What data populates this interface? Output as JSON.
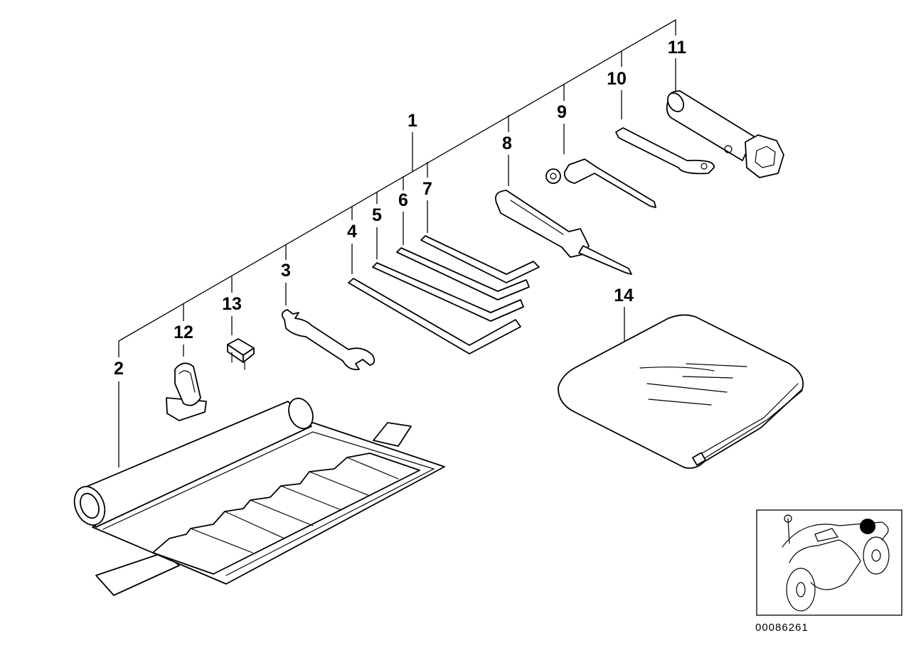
{
  "diagram": {
    "callouts": {
      "c1": "1",
      "c2": "2",
      "c3": "3",
      "c4": "4",
      "c5": "5",
      "c6": "6",
      "c7": "7",
      "c8": "8",
      "c9": "9",
      "c10": "10",
      "c11": "11",
      "c12": "12",
      "c13": "13",
      "c14": "14"
    },
    "drawing_number": "00086261",
    "parts_icons": {
      "p2": "tool-roll-bag-icon",
      "p3": "open-end-wrench-icon",
      "p4": "hex-key-icon",
      "p5": "hex-key-icon",
      "p6": "hex-key-icon",
      "p7": "hex-key-icon",
      "p8": "screwdriver-icon",
      "p9": "socket-wrench-icon",
      "p10": "tommy-bar-icon",
      "p11": "spark-plug-wrench-icon",
      "p12": "clip-holder-icon",
      "p13": "fuse-icon",
      "p14": "tool-pouch-icon"
    },
    "locator": {
      "icon": "motorcycle-locator-icon",
      "marker_color": "#000000"
    }
  }
}
